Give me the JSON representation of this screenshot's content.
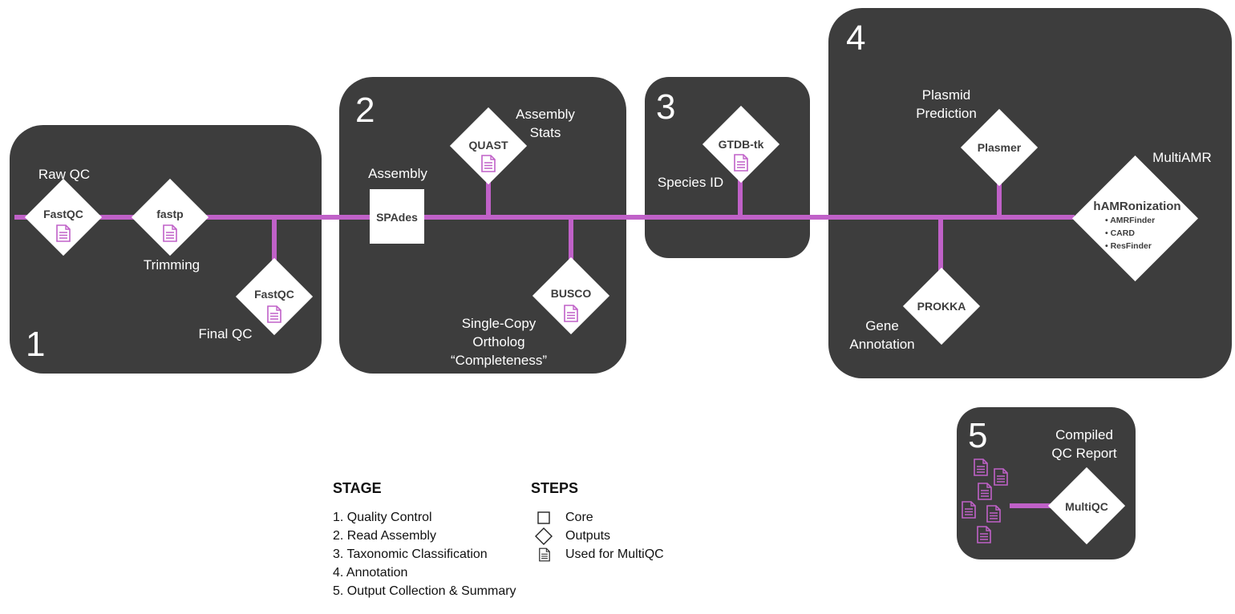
{
  "stages": [
    {
      "number": "1"
    },
    {
      "number": "2"
    },
    {
      "number": "3"
    },
    {
      "number": "4"
    },
    {
      "number": "5"
    }
  ],
  "labels": {
    "raw_qc": "Raw QC",
    "trimming": "Trimming",
    "final_qc": "Final QC",
    "assembly": "Assembly",
    "assembly_stats": "Assembly\nStats",
    "single_copy": "Single-Copy\nOrtholog\n“Completeness”",
    "species_id": "Species ID",
    "plasmid_prediction": "Plasmid\nPrediction",
    "multiamr": "MultiAMR",
    "gene_annotation": "Gene\nAnnotation",
    "compiled_qc": "Compiled\nQC Report"
  },
  "tools": {
    "fastqc_raw": "FastQC",
    "fastp": "fastp",
    "fastqc_final": "FastQC",
    "spades": "SPAdes",
    "quast": "QUAST",
    "busco": "BUSCO",
    "gtdbtk": "GTDB-tk",
    "plasmer": "Plasmer",
    "hamronization": "hAMRonization",
    "prokka": "PROKKA",
    "multiqc": "MultiQC"
  },
  "hamronization_items": [
    "• AMRFinder",
    "• CARD",
    "• ResFinder"
  ],
  "legend": {
    "stage_title": "STAGE",
    "stage_items": [
      "1. Quality Control",
      "2. Read Assembly",
      "3. Taxonomic Classification",
      "4. Annotation",
      "5. Output Collection & Summary"
    ],
    "steps_title": "STEPS",
    "steps_items": [
      "Core",
      "Outputs",
      "Used for MultiQC"
    ]
  },
  "colors": {
    "panel": "#3d3d3d",
    "line": "#c061c8",
    "doc": "#c061c8"
  }
}
